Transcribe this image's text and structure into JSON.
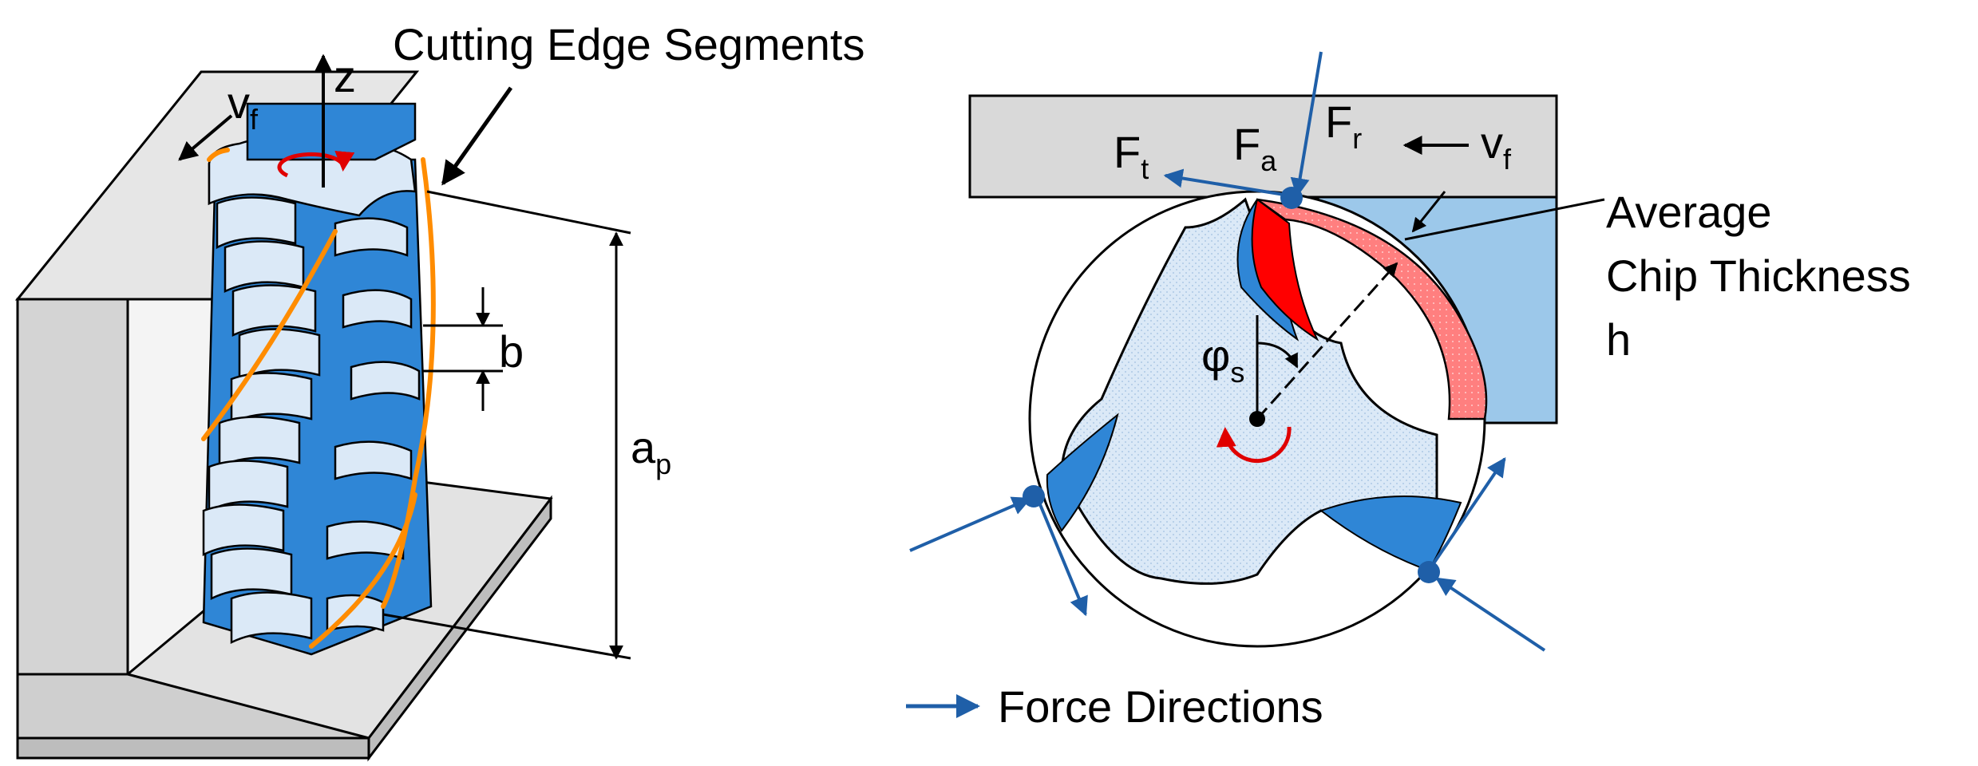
{
  "left_view": {
    "cutting_edge_label": "Cutting Edge Segments",
    "z_label": "z",
    "vf_main": "v",
    "vf_sub": "f",
    "b_label": "b",
    "ap_main": "a",
    "ap_sub": "p"
  },
  "right_view": {
    "ft_main": "F",
    "ft_sub": "t",
    "fa_main": "F",
    "fa_sub": "a",
    "fr_main": "F",
    "fr_sub": "r",
    "vf_main": "v",
    "vf_sub": "f",
    "avg_line1": "Average",
    "avg_line2": "Chip Thickness",
    "avg_line3": "h",
    "phi_main": "φ",
    "phi_sub": "s",
    "legend_label": "Force Directions"
  },
  "colors": {
    "tool_blue": "#2f86d6",
    "tool_light": "#dbe9f7",
    "workpiece_gray": "#d9d9d9",
    "workpiece_blue": "#9cc8ea",
    "chip_red": "#ff0000",
    "edge_orange": "#ff8c00",
    "force_blue": "#1f5fa8",
    "rotation_red": "#e00000"
  }
}
